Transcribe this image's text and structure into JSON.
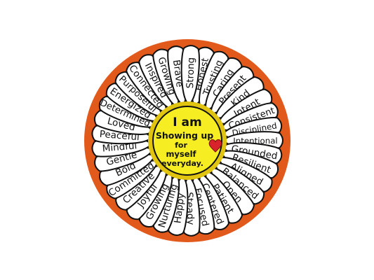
{
  "colors": {
    "background_ring": "#e2591c",
    "petal": "#ffffff",
    "outline": "#111111",
    "center": "#f6ee22",
    "center_glow": "#e0c410",
    "heart": "#d8232a"
  },
  "icons": {
    "heart": "heart-icon",
    "flower": "daisy-flower"
  },
  "center_message": {
    "line1": "I am",
    "line2": "Showing up",
    "line3": "for",
    "line4": "myself",
    "line5": "everyday."
  },
  "petals": [
    {
      "word": "Honest"
    },
    {
      "word": "Trusting"
    },
    {
      "word": "Caring"
    },
    {
      "word": "Present"
    },
    {
      "word": "Kind"
    },
    {
      "word": "Intent"
    },
    {
      "word": "Consistent"
    },
    {
      "word": "Disciplined"
    },
    {
      "word": "Intentional"
    },
    {
      "word": "Grounded"
    },
    {
      "word": "Resilient"
    },
    {
      "word": "Aligned"
    },
    {
      "word": "Balanced"
    },
    {
      "word": "Open"
    },
    {
      "word": "Patient"
    },
    {
      "word": "Centered"
    },
    {
      "word": "Focused"
    },
    {
      "word": "Steady"
    },
    {
      "word": "Happy"
    },
    {
      "word": "Nurturing"
    },
    {
      "word": "Growing"
    },
    {
      "word": "Joyful"
    },
    {
      "word": "Creative"
    },
    {
      "word": "Committed"
    },
    {
      "word": "Bold"
    },
    {
      "word": "Gentle"
    },
    {
      "word": "Mindful"
    },
    {
      "word": "Peaceful"
    },
    {
      "word": "Loved"
    },
    {
      "word": "Determined"
    },
    {
      "word": "Energized"
    },
    {
      "word": "Purposeful"
    },
    {
      "word": "Connected"
    },
    {
      "word": "Inspired"
    },
    {
      "word": "Growing"
    },
    {
      "word": "Brave"
    },
    {
      "word": "Strong"
    }
  ]
}
